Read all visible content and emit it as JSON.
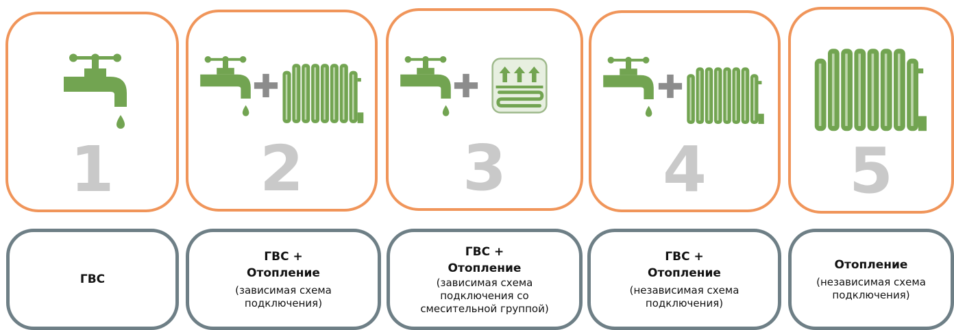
{
  "colors": {
    "tile_border": "#F0955A",
    "label_border": "#6E7F86",
    "icon_green": "#72A451",
    "plus_gray": "#8C8C8C",
    "number_gray": "#C9C9C9"
  },
  "options": [
    {
      "number": "1",
      "icons": [
        "faucet-icon"
      ],
      "title": "ГВС",
      "note": ""
    },
    {
      "number": "2",
      "icons": [
        "faucet-icon",
        "plus-icon",
        "radiator-icon"
      ],
      "title": "ГВС +\nОтопление",
      "note": "(зависимая схема\nподключения)"
    },
    {
      "number": "3",
      "icons": [
        "faucet-icon",
        "plus-icon",
        "underfloor-heating-icon"
      ],
      "title": "ГВС +\nОтопление",
      "note": "(зависимая схема\nподключения со\nсмесительной группой)"
    },
    {
      "number": "4",
      "icons": [
        "faucet-icon",
        "plus-icon",
        "radiator-icon"
      ],
      "title": "ГВС +\nОтопление",
      "note": "(независимая схема\nподключения)"
    },
    {
      "number": "5",
      "icons": [
        "radiator-icon"
      ],
      "title": "Отопление",
      "note": "(независимая схема\nподключения)"
    }
  ]
}
